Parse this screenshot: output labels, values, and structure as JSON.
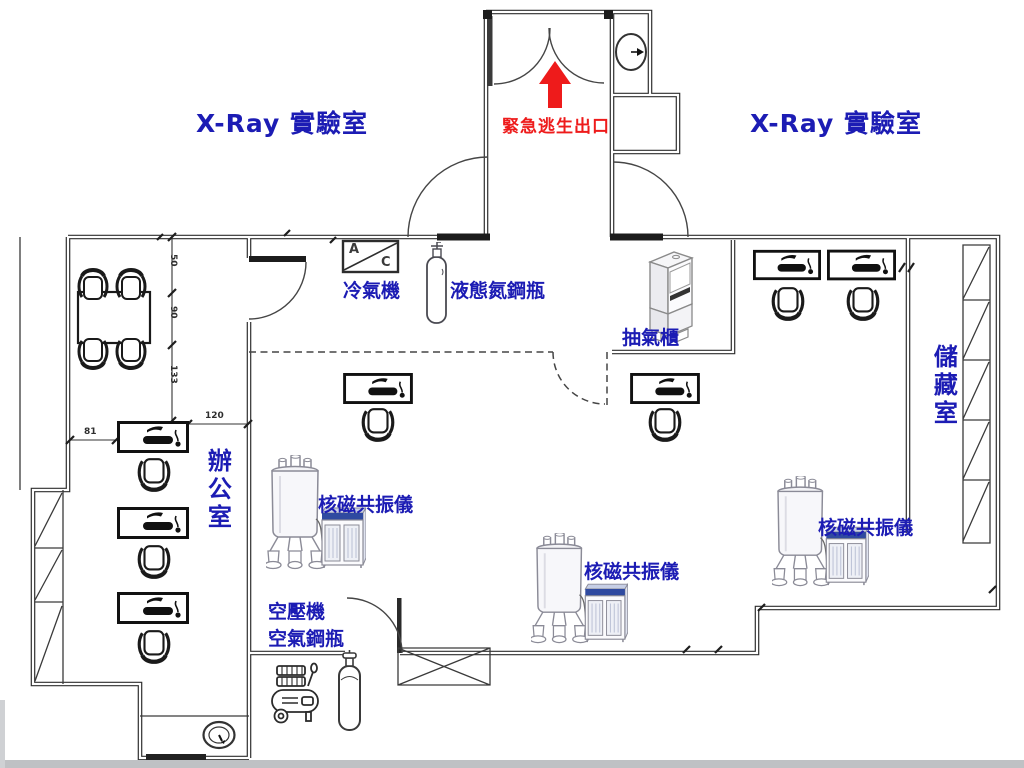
{
  "labels": {
    "xray_left": "X-Ray 實驗室",
    "xray_right": "X-Ray 實驗室",
    "emergency_exit": "緊急逃生出口",
    "air_conditioner": "冷氣機",
    "ln2_cylinder": "液態氮鋼瓶",
    "fume_hood": "抽氣櫃",
    "storage_room": "儲藏室",
    "office": "辦公室",
    "nmr_1": "核磁共振儀",
    "nmr_2": "核磁共振儀",
    "nmr_3": "核磁共振儀",
    "air_compressor": "空壓機",
    "air_cylinder": "空氣鋼瓶",
    "ac_letter_a": "A",
    "ac_letter_c": "C"
  },
  "dimensions": {
    "seg_50": "50",
    "seg_90": "90",
    "seg_133": "133",
    "desk_to_wall_120": "120",
    "wall_to_desk_81": "81"
  },
  "colors": {
    "label_blue": "#1c1cb4",
    "emergency_red": "#ee1b1b",
    "wall_dark": "#2f2f2f",
    "console_blue": "#2f4aa0"
  }
}
